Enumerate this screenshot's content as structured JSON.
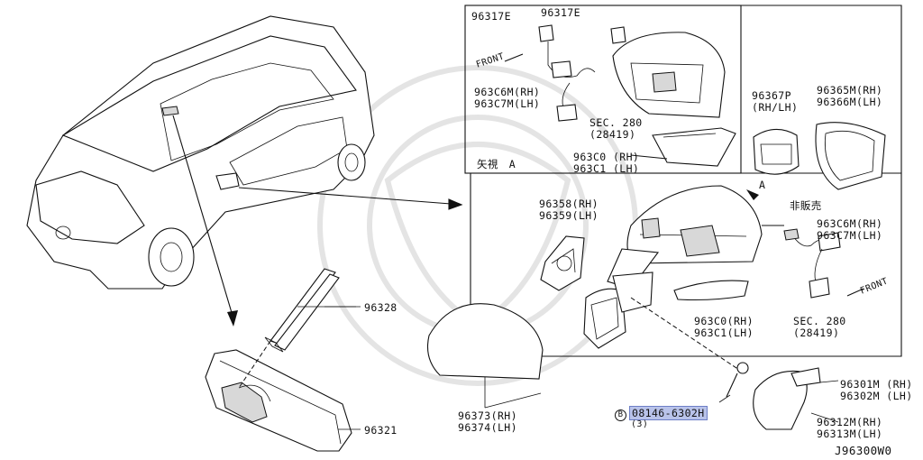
{
  "diagram": {
    "drawing_code": "J96300W0",
    "detail_view": "矢視　A",
    "arrow_letter": "A",
    "not_sold": "非販売",
    "front_top": "FRONT",
    "front_right": "FRONT",
    "bolt": {
      "circle": "B",
      "part_number": "08146-6302H",
      "qty": "(3)",
      "highlight_color": "#b9c3ea"
    },
    "labels": {
      "p96317e_a": "96317E",
      "p96317e_b": "96317E",
      "p963c6m_top": "963C6M(RH)",
      "p963c7m_top": "963C7M(LH)",
      "sec_top_1": "SEC. 280",
      "sec_top_2": "(28419)",
      "p963c0_top": "963C0 (RH)",
      "p963c1_top": "963C1 (LH)",
      "p96367p_1": "96367P",
      "p96367p_2": "(RH/LH)",
      "p96365m": "96365M(RH)",
      "p96366m": "96366M(LH)",
      "p96358": "96358(RH)",
      "p96359": "96359(LH)",
      "p963c6m_mid": "963C6M(RH)",
      "p963c7m_mid": "963C7M(LH)",
      "p963c0_mid": "963C0(RH)",
      "p963c1_mid": "963C1(LH)",
      "sec_mid_1": "SEC. 280",
      "sec_mid_2": "(28419)",
      "p96328": "96328",
      "p96321": "96321",
      "p96373": "96373(RH)",
      "p96374": "96374(LH)",
      "p96301m": "96301M (RH)",
      "p96302m": "96302M (LH)",
      "p96312m": "96312M(RH)",
      "p96313m": "96313M(LH)"
    }
  }
}
